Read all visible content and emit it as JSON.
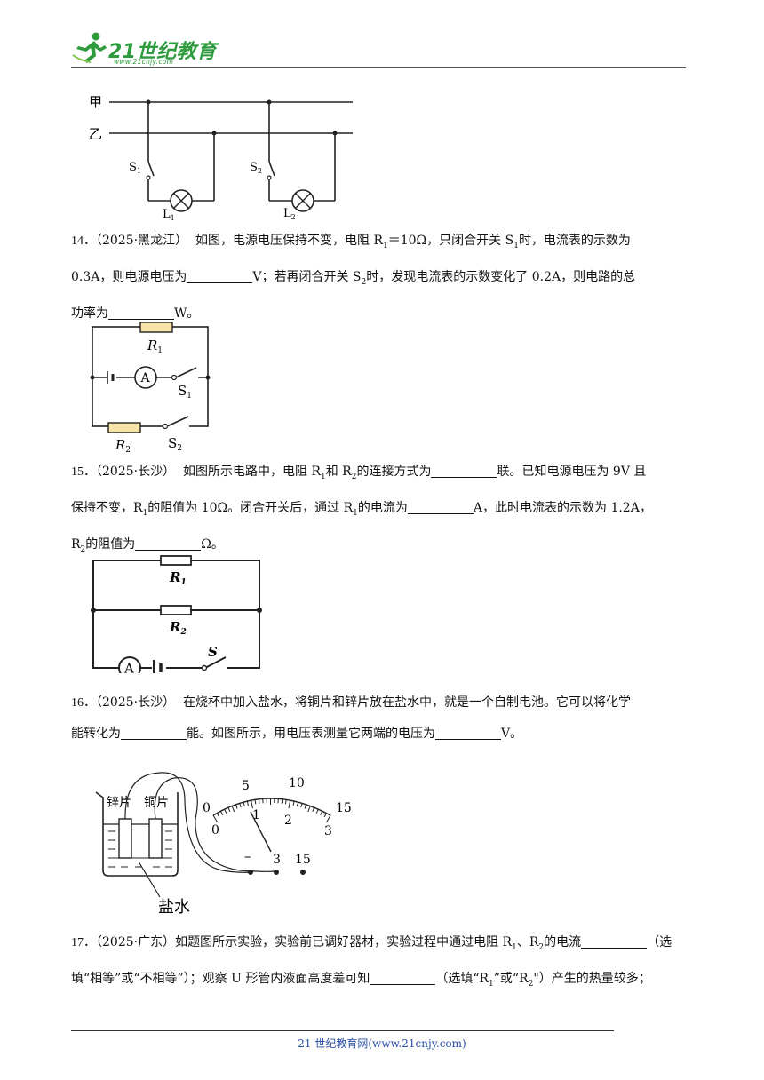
{
  "header": {
    "logo_text": "21世纪教育",
    "logo_sub": "www.21cnjy.com"
  },
  "fig13": {
    "wire_top": "甲",
    "wire_bottom": "乙",
    "switch1": "S",
    "switch1_sub": "1",
    "switch2": "S",
    "switch2_sub": "2",
    "lamp1": "L",
    "lamp1_sub": "1",
    "lamp2": "L",
    "lamp2_sub": "2"
  },
  "q14": {
    "number": "14．",
    "source": "（2025·黑龙江）",
    "t1": "如图，电源电压保持不变，电阻 R",
    "t1_sub": "1",
    "t2": "＝10Ω，只闭合开关 S",
    "t2_sub": "1",
    "t3": "时，电流表的示数为",
    "t4": "0.3A，则电源电压为",
    "t5": "V；若再闭合开关 S",
    "t5_sub": "2",
    "t6": "时，发现电流表的示数变化了 0.2A，则电路的总",
    "t7": "功率为",
    "t8": "W。"
  },
  "fig14": {
    "r1": "R",
    "r1_sub": "1",
    "ammeter": "A",
    "s1": "S",
    "s1_sub": "1",
    "r2": "R",
    "r2_sub": "2",
    "s2": "S",
    "s2_sub": "2"
  },
  "q15": {
    "number": "15．",
    "source": "（2025·长沙）",
    "t1": "如图所示电路中，电阻 R",
    "t1_sub": "1",
    "t2": "和 R",
    "t2_sub": "2",
    "t3": "的连接方式为",
    "t4": "联。已知电源电压为 9V 且",
    "t5": "保持不变，R",
    "t5_sub": "1",
    "t6": "的阻值为 10Ω。闭合开关后，通过 R",
    "t6_sub": "1",
    "t7": "的电流为",
    "t8": "A，此时电流表的示数为 1.2A，",
    "t9": "R",
    "t9_sub": "2",
    "t10": "的阻值为",
    "t11": "Ω。"
  },
  "fig15": {
    "r1": "R",
    "r1_sub": "1",
    "r2": "R",
    "r2_sub": "2",
    "ammeter": "A",
    "switch": "S"
  },
  "q16": {
    "number": "16．",
    "source": "（2025·长沙）",
    "t1": "在烧杯中加入盐水，将铜片和锌片放在盐水中，就是一个自制电池。它可以将化学",
    "t2": "能转化为",
    "t3": "能。如图所示，用电压表测量它两端的电压为",
    "t4": "V。"
  },
  "fig16": {
    "zinc": "锌片",
    "copper": "铜片",
    "saltwater": "盐水",
    "scale_outer": [
      "0",
      "5",
      "10",
      "15"
    ],
    "scale_inner": [
      "0",
      "1",
      "2",
      "3"
    ],
    "terminals": [
      "–",
      "3",
      "15"
    ]
  },
  "q17": {
    "number": "17．",
    "source": "（2025·广东）",
    "t1": "如题图所示实验，实验前已调好器材，实验过程中通过电阻 R",
    "t1_sub": "1",
    "t2": "、R",
    "t2_sub": "2",
    "t3": "的电流",
    "t4": "（选",
    "t5": "填“相等”或“不相等”）；观察 U 形管内液面高度差可知",
    "t6": "（选填“R",
    "t6_sub": "1",
    "t7": "”或“R",
    "t7_sub": "2",
    "t8": "\"）产生的热量较多；"
  },
  "footer": {
    "text": "21 世纪教育网(www.21cnjy.com)"
  }
}
